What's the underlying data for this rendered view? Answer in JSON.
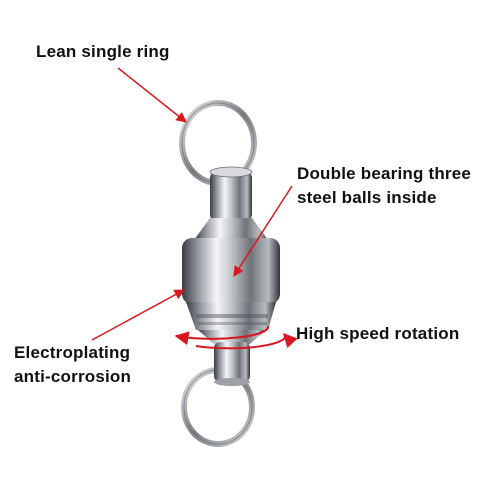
{
  "labels": {
    "ring": "Lean single ring",
    "bearing_line1": "Double bearing three",
    "bearing_line2": "steel balls inside",
    "speed": "High speed rotation",
    "plating_line1": "Electroplating",
    "plating_line2": "anti-corrosion"
  },
  "colors": {
    "arrow": "#d9171e",
    "text": "#111111",
    "metal": "#b9bcc0"
  }
}
